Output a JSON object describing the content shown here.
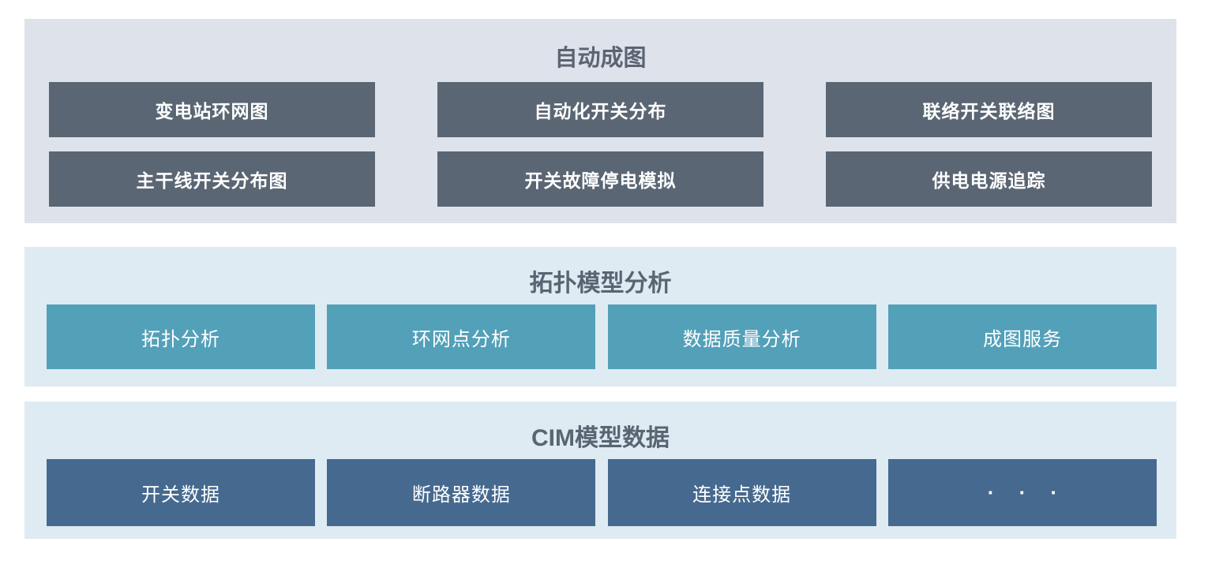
{
  "colors": {
    "page_bg": "#ffffff",
    "top_section_bg": "#dee2ea",
    "lower_section_bg": "#deebf2",
    "top_box_bg": "#5b6674",
    "middle_box_bg": "#53a0b9",
    "bottom_box_bg": "#46698f",
    "title_text": "#5b6472",
    "box_text": "#ffffff"
  },
  "sections": [
    {
      "title": "自动成图",
      "items": [
        "变电站环网图",
        "自动化开关分布",
        "联络开关联络图",
        "主干线开关分布图",
        "开关故障停电模拟",
        "供电电源追踪"
      ]
    },
    {
      "title": "拓扑模型分析",
      "items": [
        "拓扑分析",
        "环网点分析",
        "数据质量分析",
        "成图服务"
      ]
    },
    {
      "title": "CIM模型数据",
      "items": [
        "开关数据",
        "断路器数据",
        "连接点数据",
        "· · ·"
      ]
    }
  ]
}
